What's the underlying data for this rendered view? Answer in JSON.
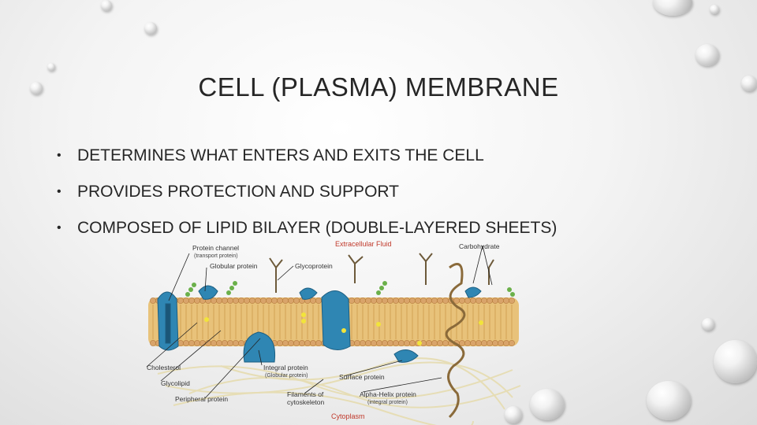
{
  "slide": {
    "title": "CELL (PLASMA) MEMBRANE",
    "bullet_symbol": "•",
    "bullets": [
      "DETERMINES WHAT ENTERS AND EXITS THE CELL",
      "PROVIDES PROTECTION AND SUPPORT",
      "COMPOSED OF LIPID BILAYER (DOUBLE-LAYERED SHEETS)"
    ]
  },
  "diagram": {
    "labels": {
      "extracellular": "Extracellular Fluid",
      "protein_channel": "Protein channel",
      "protein_channel_sub": "(transport protein)",
      "globular_protein": "Globular protein",
      "glycoprotein": "Glycoprotein",
      "carbohydrate": "Carbohydrate",
      "cholesterol": "Cholesterol",
      "glycolipid": "Glycolipid",
      "peripheral_protein": "Peripheral protein",
      "integral_protein": "Integral protein",
      "integral_protein_sub": "(Globular protein)",
      "surface_protein": "Surface protein",
      "filaments": "Filaments of",
      "filaments_2": "cytoskeleton",
      "alpha_helix": "Alpha-Helix protein",
      "alpha_helix_sub": "(integral protein)",
      "cytoplasm": "Cytoplasm"
    },
    "colors": {
      "lipid_head": "#d9a46a",
      "lipid_tail": "#e0b15a",
      "protein": "#2f86b3",
      "accent_red": "#c0392b"
    }
  }
}
